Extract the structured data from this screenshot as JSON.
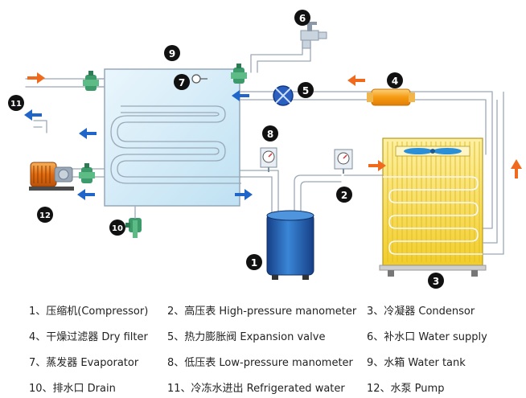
{
  "callouts": {
    "c1": "1",
    "c2": "2",
    "c3": "3",
    "c4": "4",
    "c5": "5",
    "c6": "6",
    "c7": "7",
    "c8": "8",
    "c9": "9",
    "c10": "10",
    "c11": "11",
    "c12": "12"
  },
  "legend": [
    "1、压缩机(Compressor)",
    "2、高压表 High-pressure manometer",
    "3、冷凝器 Condensor",
    "4、干燥过滤器 Dry filter",
    "5、热力膨胀阀 Expansion valve",
    "6、补水口 Water supply",
    "7、蒸发器 Evaporator",
    "8、低压表 Low-pressure manometer",
    "9、水箱 Water tank",
    "10、排水口 Drain",
    "11、冷冻水进出 Refrigerated water",
    "12、水泵 Pump"
  ],
  "colors": {
    "pipe_outline": "#9aa8b8",
    "tank_fill": "#d3ecf7",
    "arrow_orange": "#f06a1e",
    "arrow_blue": "#1f66c8",
    "condenser_yellow": "#f7d84a",
    "compressor_blue": "#1f5fb3",
    "valve_green": "#3c9a6b",
    "filter_orange": "#f7a21b",
    "pump_orange": "#e8791a",
    "expansion_valve_blue": "#2a5fc0",
    "badge_black": "#111111"
  }
}
